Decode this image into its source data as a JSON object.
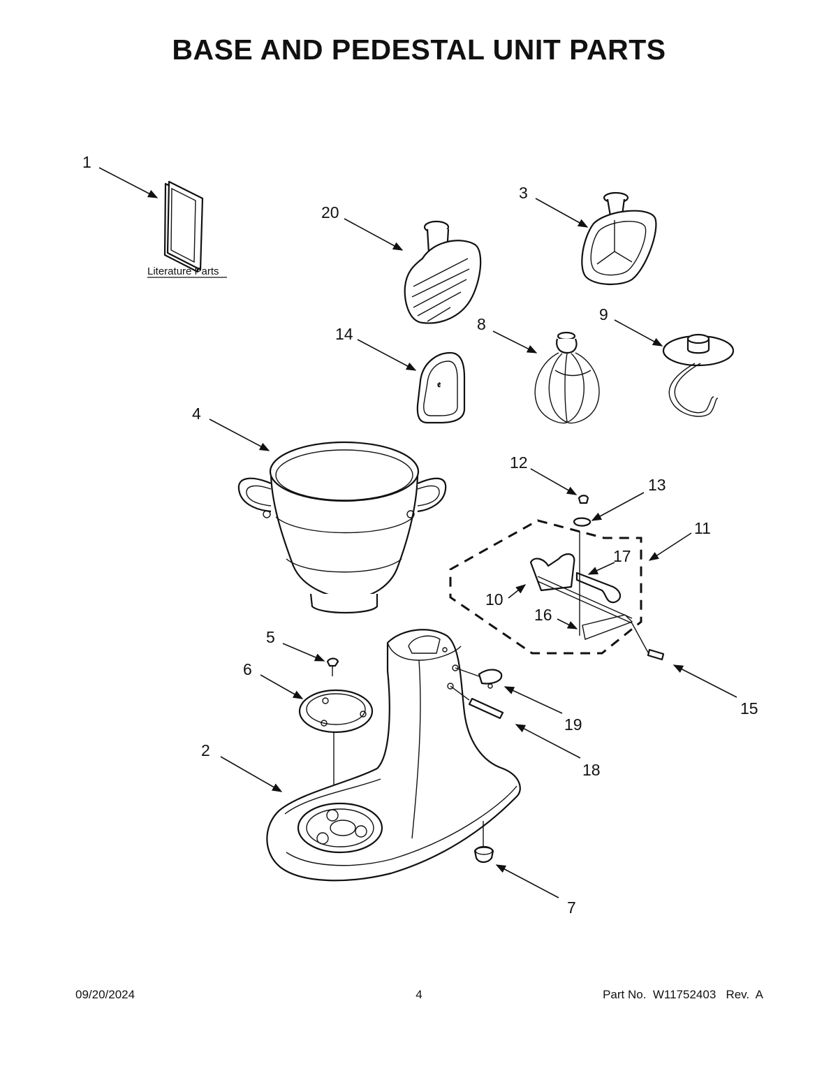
{
  "title": "BASE AND PEDESTAL UNIT PARTS",
  "literature_label": "Literature Parts",
  "callouts": {
    "c1": "1",
    "c2": "2",
    "c3": "3",
    "c4": "4",
    "c5": "5",
    "c6": "6",
    "c7": "7",
    "c8": "8",
    "c9": "9",
    "c10": "10",
    "c11": "11",
    "c12": "12",
    "c13": "13",
    "c14": "14",
    "c15": "15",
    "c16": "16",
    "c17": "17",
    "c18": "18",
    "c19": "19",
    "c20": "20"
  },
  "footer": {
    "date": "09/20/2024",
    "page": "4",
    "part_no": "Part No.  W11752403   Rev.  A"
  }
}
